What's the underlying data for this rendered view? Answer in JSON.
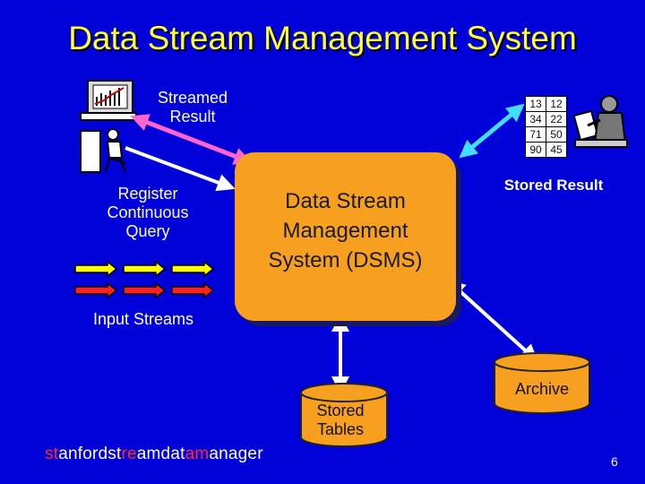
{
  "title": "Data Stream Management System",
  "streamed_result": {
    "line1": "Streamed",
    "line2": "Result"
  },
  "register_query": {
    "line1": "Register",
    "line2": "Continuous",
    "line3": "Query"
  },
  "input_streams": "Input Streams",
  "dsms": {
    "line1": "Data Stream",
    "line2": "Management",
    "line3": "System (DSMS)"
  },
  "stored_result": {
    "label": "Stored Result",
    "table": [
      [
        "13",
        "12"
      ],
      [
        "34",
        "22"
      ],
      [
        "71",
        "50"
      ],
      [
        "90",
        "45"
      ]
    ]
  },
  "archive": "Archive",
  "stored_tables": {
    "line1": "Stored",
    "line2": "Tables"
  },
  "footer": {
    "parts": [
      {
        "text": "st",
        "color": "#ff2a2a"
      },
      {
        "text": "anford",
        "color": "#ffffff"
      },
      {
        "text": "st",
        "color": "#ffffff"
      },
      {
        "text": "re",
        "color": "#ff2a2a"
      },
      {
        "text": "am",
        "color": "#ffffff"
      },
      {
        "text": "dat",
        "color": "#ffffff"
      },
      {
        "text": "am",
        "color": "#ff2a2a"
      },
      {
        "text": "anager",
        "color": "#ffffff"
      }
    ]
  },
  "page_number": "6",
  "colors": {
    "background": "#0000d8",
    "title": "#ffff33",
    "dsms_box": "#f7a020",
    "cylinder": "#f7a020",
    "arrow_white": "#ffffff",
    "arrow_magenta": "#ff66cc",
    "arrow_cyan": "#44ddff",
    "stream_yellow": "#ffff00",
    "stream_red": "#ff2020"
  }
}
